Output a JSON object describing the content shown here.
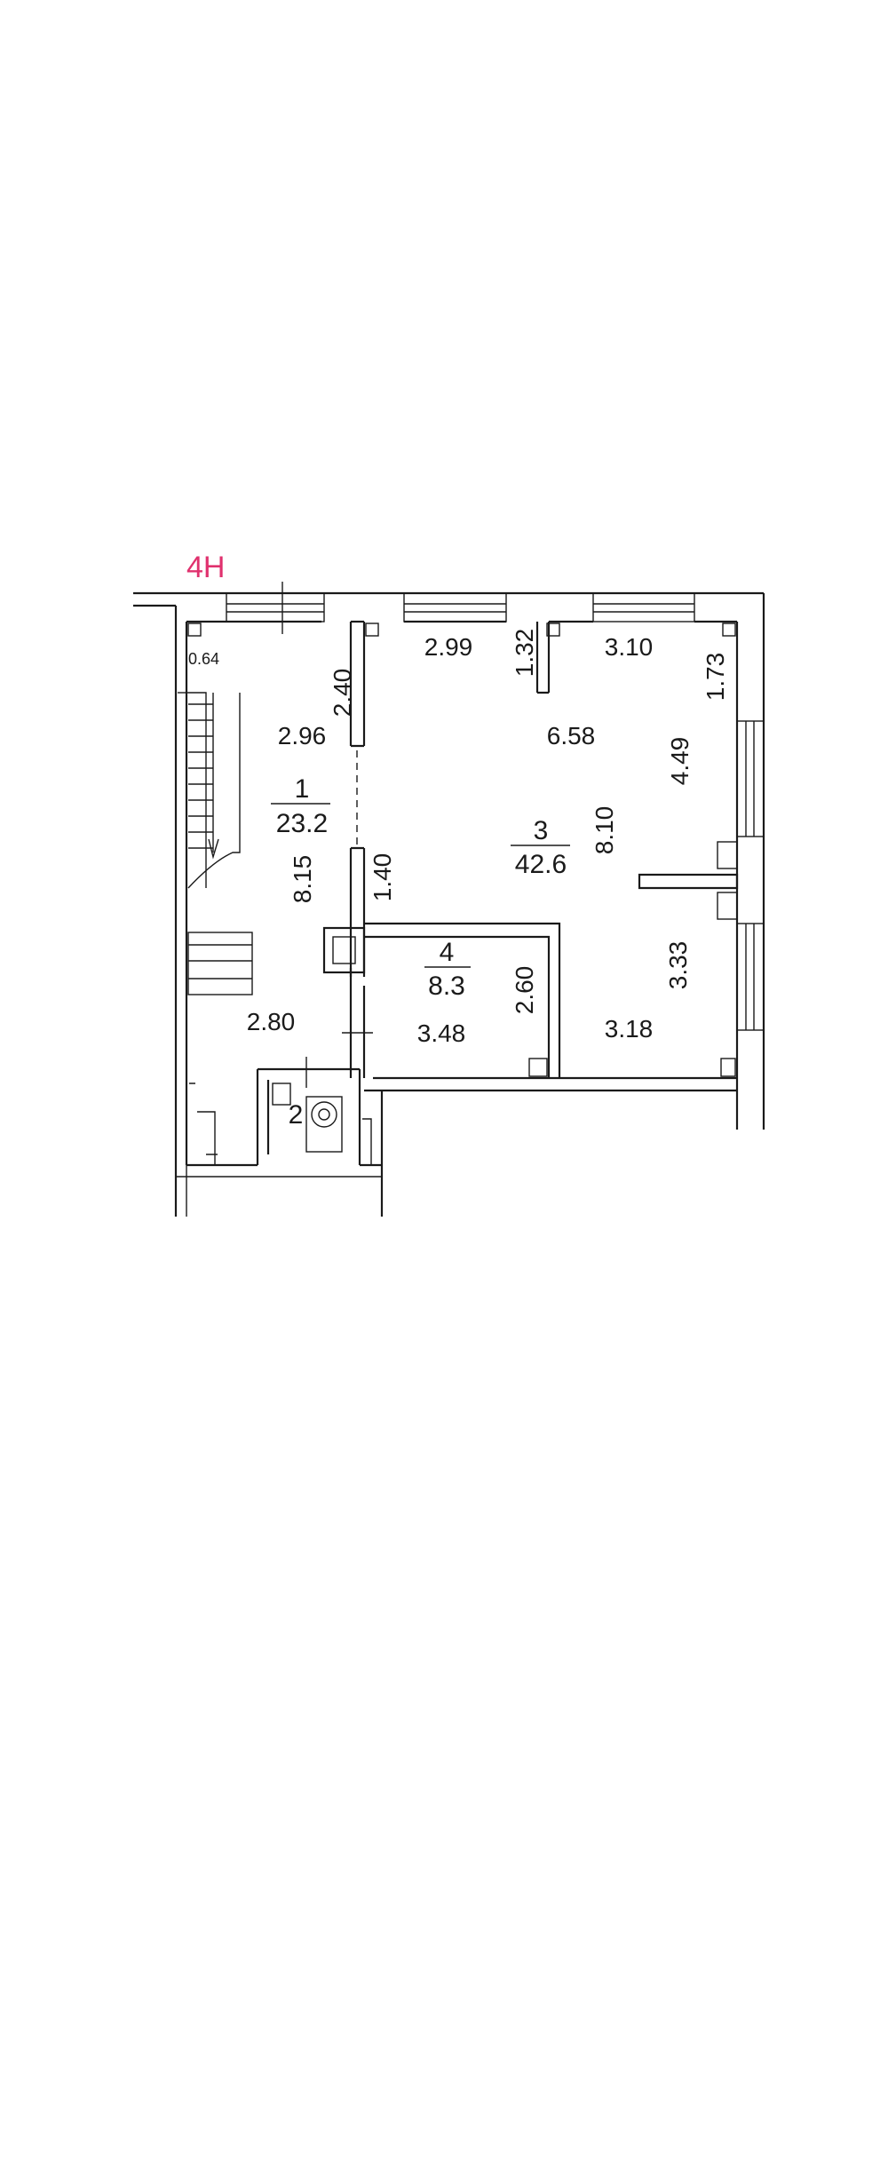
{
  "plan": {
    "section_marker": "4Н",
    "marker_color": "#e0316e",
    "rooms": [
      {
        "number": "1",
        "area": "23.2"
      },
      {
        "number": "2",
        "area": ""
      },
      {
        "number": "3",
        "area": "42.6"
      },
      {
        "number": "4",
        "area": "8.3"
      }
    ],
    "dimensions": {
      "d064": "0.64",
      "d240": "2.40",
      "d296": "2.96",
      "d815": "8.15",
      "d140": "1.40",
      "d280": "2.80",
      "d299": "2.99",
      "d132": "1.32",
      "d310": "3.10",
      "d173": "1.73",
      "d658": "6.58",
      "d449": "4.49",
      "d810": "8.10",
      "d333": "3.33",
      "d260": "2.60",
      "d348": "3.48",
      "d318": "3.18"
    }
  }
}
